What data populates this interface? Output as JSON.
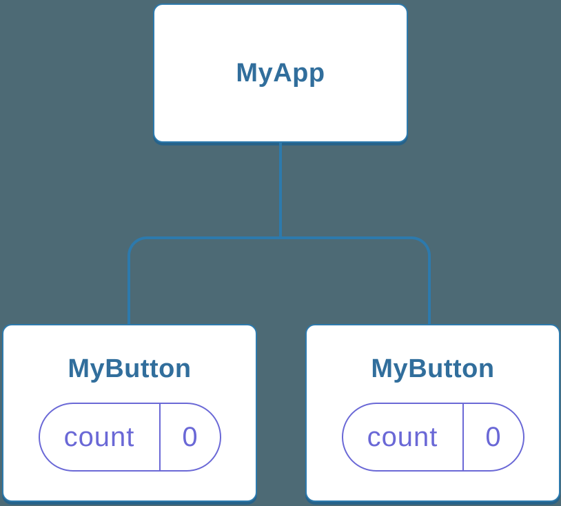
{
  "colors": {
    "background": "#4D6A75",
    "node_border": "#2D7AAD",
    "node_title": "#316E9C",
    "state_accent": "#6A68D6",
    "node_fill": "#FFFFFF"
  },
  "tree": {
    "root": {
      "label": "MyApp"
    },
    "children": [
      {
        "label": "MyButton",
        "state": {
          "key": "count",
          "value": "0"
        }
      },
      {
        "label": "MyButton",
        "state": {
          "key": "count",
          "value": "0"
        }
      }
    ]
  }
}
